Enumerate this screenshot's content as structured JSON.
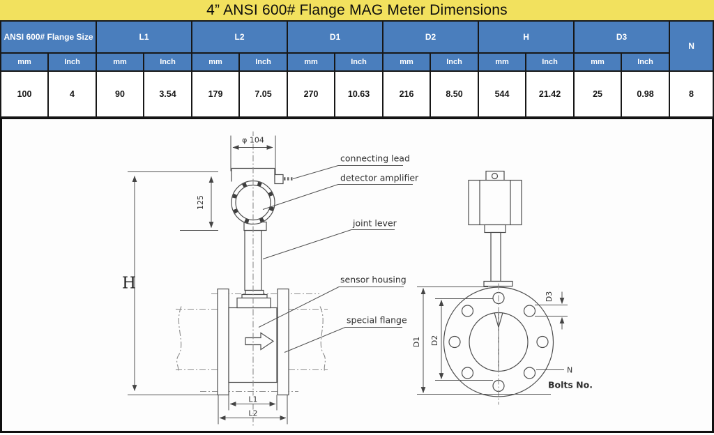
{
  "title": "4” ANSI 600# Flange MAG Meter Dimensions",
  "colors": {
    "title_bg": "#f2e15e",
    "header_bg": "#4a7ebd",
    "header_text": "#ffffff",
    "border": "#171717",
    "diagram_line": "#4c4c4c"
  },
  "table": {
    "groups": [
      {
        "label": "ANSI 600# Flange Size"
      },
      {
        "label": "L1"
      },
      {
        "label": "L2"
      },
      {
        "label": "D1"
      },
      {
        "label": "D2"
      },
      {
        "label": "H"
      },
      {
        "label": "D3"
      },
      {
        "label": "N"
      }
    ],
    "units": {
      "mm": "mm",
      "inch": "Inch"
    },
    "row": {
      "size_mm": "100",
      "size_inch": "4",
      "l1_mm": "90",
      "l1_inch": "3.54",
      "l2_mm": "179",
      "l2_inch": "7.05",
      "d1_mm": "270",
      "d1_inch": "10.63",
      "d2_mm": "216",
      "d2_inch": "8.50",
      "h_mm": "544",
      "h_inch": "21.42",
      "d3_mm": "25",
      "d3_inch": "0.98",
      "n": "8"
    }
  },
  "diagram": {
    "callouts": {
      "connecting_lead": "connecting lead",
      "detector_amplifier": "detector amplifier",
      "joint_lever": "joint lever",
      "sensor_housing": "sensor housing",
      "special_flange": "special flange"
    },
    "dims": {
      "phi": "φ 104",
      "neck": "125",
      "h": "H",
      "l1": "L1",
      "l2": "L2",
      "d1": "D1",
      "d2": "D2",
      "d3": "D3",
      "n": "N",
      "bolts": "Bolts No."
    }
  }
}
